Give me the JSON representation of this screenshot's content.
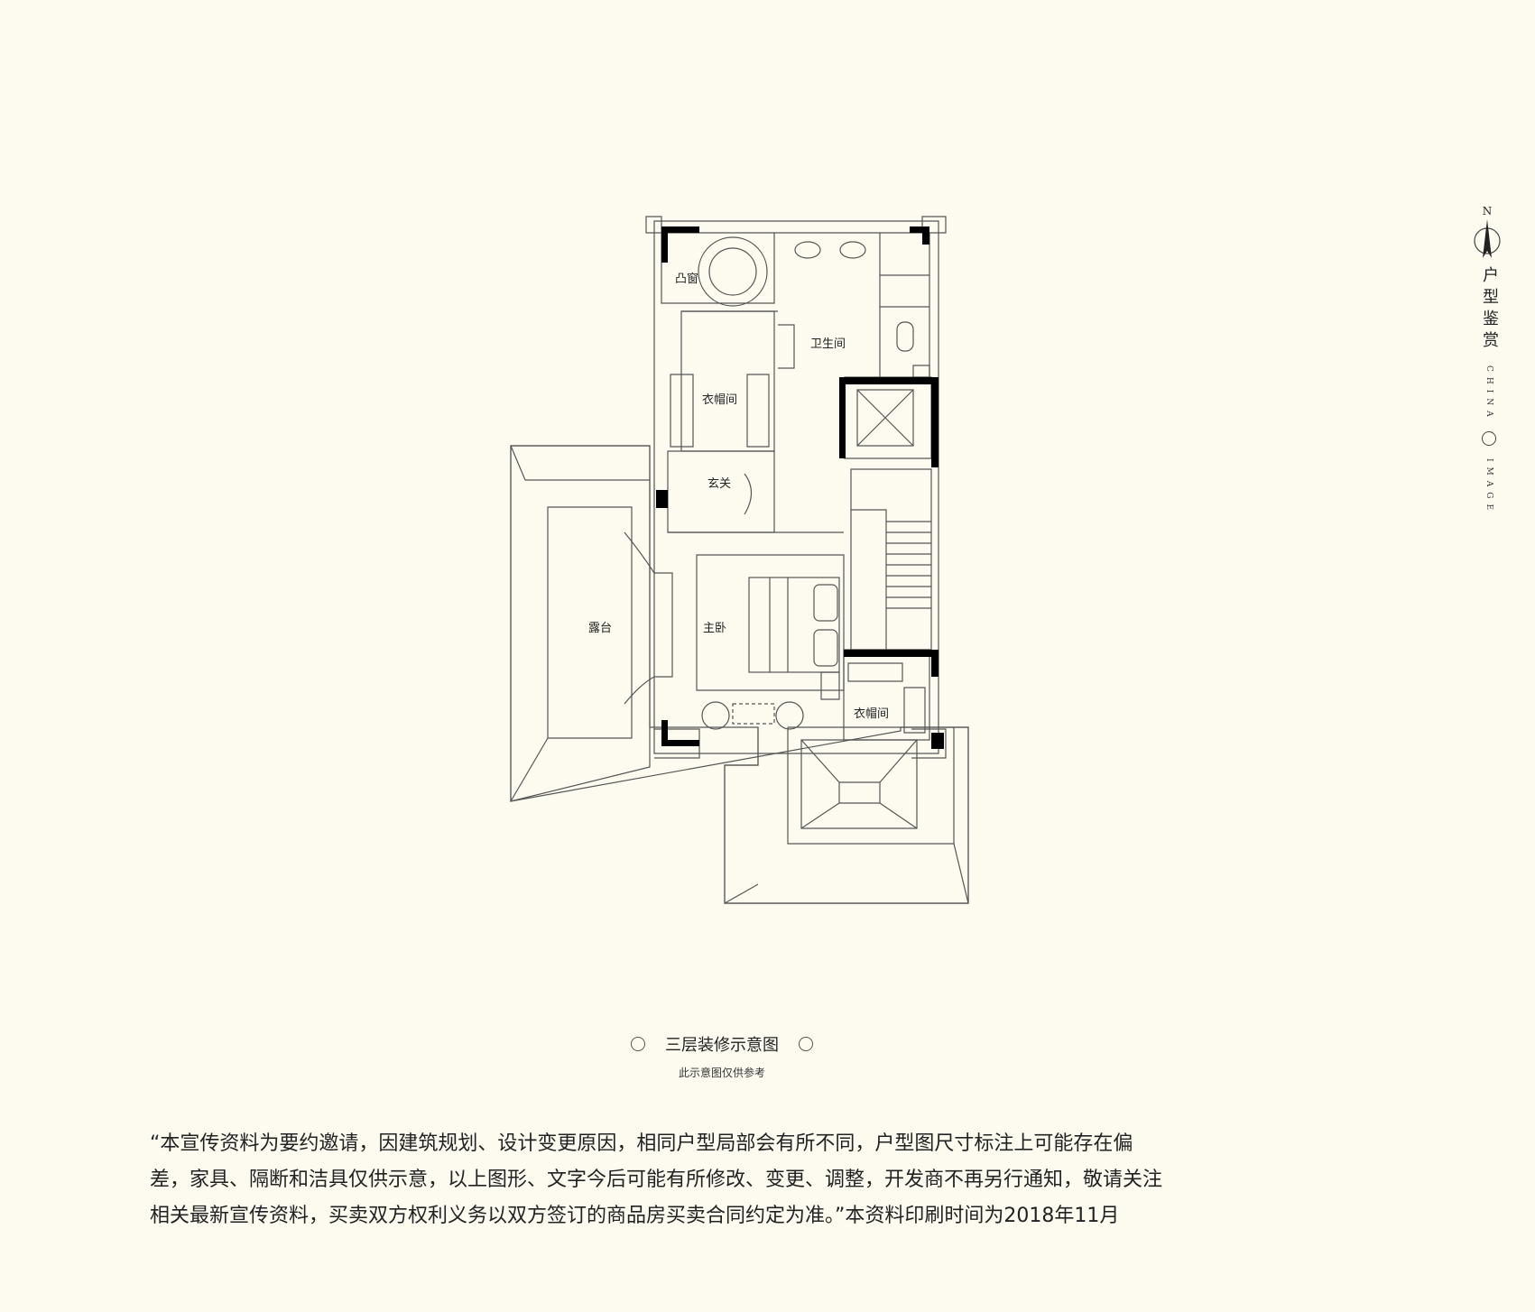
{
  "rooms": {
    "bay_window": "凸窗",
    "bathroom": "卫生间",
    "closet_upper": "衣帽间",
    "foyer": "玄关",
    "terrace": "露台",
    "master_bedroom": "主卧",
    "closet_lower": "衣帽间"
  },
  "sidebar": {
    "compass": "N",
    "title": "户型鉴赏",
    "english_top": "CHINA",
    "english_bottom": "IMAGE"
  },
  "caption": {
    "title": "三层装修示意图",
    "subtitle": "此示意图仅供参考"
  },
  "disclaimer": [
    "“本宣传资料为要约邀请，因建筑规划、设计变更原因，相同户型局部会有所不同，户型图尺寸标注上可能存在偏",
    "差，家具、隔断和洁具仅供示意，以上图形、文字今后可能有所修改、变更、调整，开发商不再另行通知，敬请关注",
    "相关最新宣传资料，买卖双方权利义务以双方签订的商品房买卖合同约定为准。”本资料印刷时间为2018年11月"
  ],
  "colors": {
    "background": "#fdfbf0",
    "line": "#555555",
    "wall": "#000000"
  }
}
